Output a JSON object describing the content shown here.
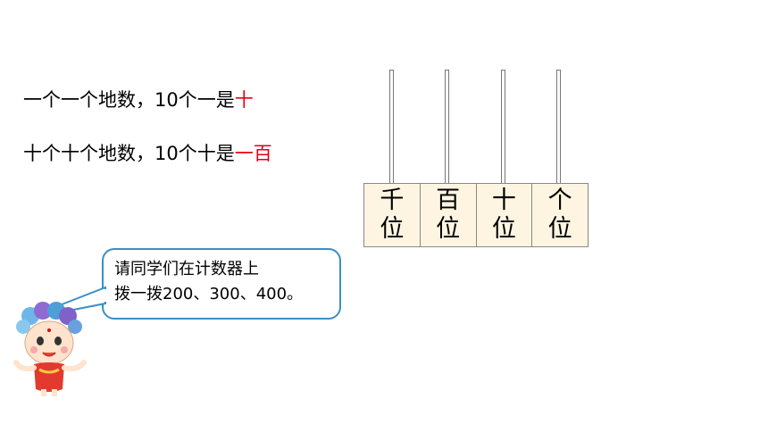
{
  "lines": [
    {
      "text": "一个一个地数，10个一是",
      "highlight": "十"
    },
    {
      "text": "十个十个地数，10个十是",
      "highlight": "一百"
    }
  ],
  "highlight_color": "#e60012",
  "abacus": {
    "columns": [
      {
        "top": "千",
        "bottom": "位"
      },
      {
        "top": "百",
        "bottom": "位"
      },
      {
        "top": "十",
        "bottom": "位"
      },
      {
        "top": "个",
        "bottom": "位"
      }
    ]
  },
  "bubble": {
    "line1": "请同学们在计数器上",
    "line2": "拨一拨200、300、400。",
    "border_color": "#3a8fc4"
  },
  "mascot": {
    "icon": "cartoon-child-mascot-icon"
  }
}
